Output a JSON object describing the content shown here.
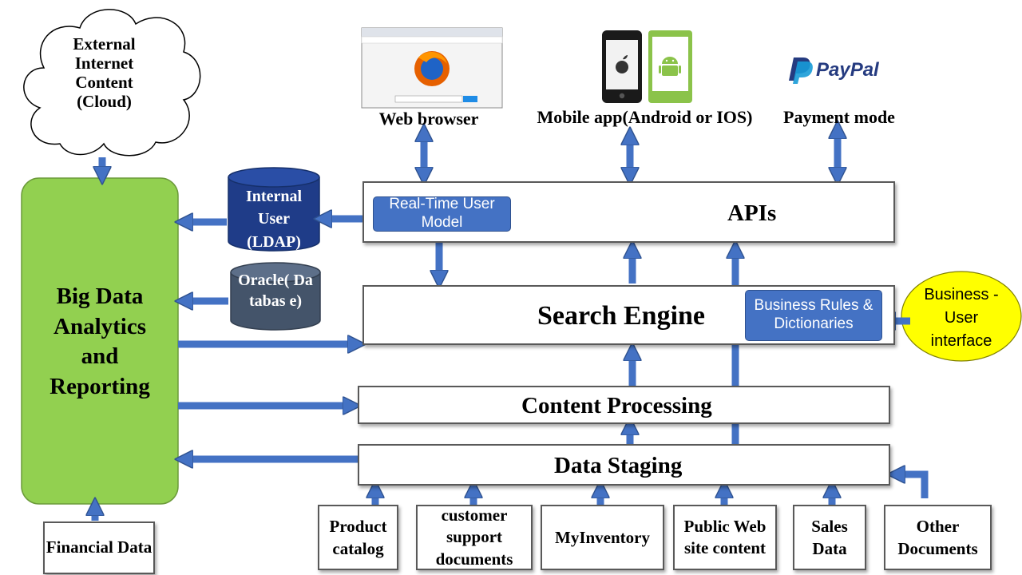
{
  "nodes": {
    "cloud": "External Internet Content (Cloud)",
    "big_data": "Big Data Analytics and Reporting",
    "financial": "Financial Data",
    "ldap": "Internal User (LDAP)",
    "oracle": "Oracle( Databas e)",
    "apis": "APIs",
    "realtime": "Real-Time User Model",
    "search": "Search Engine",
    "rules": "Business Rules & Dictionaries",
    "business_ui": "Business -User interface",
    "content_proc": "Content Processing",
    "staging": "Data Staging"
  },
  "clients": {
    "browser": "Web browser",
    "mobile": "Mobile app(Android or IOS)",
    "payment": "Payment mode",
    "paypal_logo": "PayPal"
  },
  "sources": [
    "Product catalog",
    "customer support documents",
    "MyInventory",
    "Public Web site content",
    "Sales Data",
    "Other Documents"
  ],
  "colors": {
    "arrow": "#4472c4",
    "arrow_edge": "#2f528f",
    "green_panel": "#92d050",
    "ldap_db": "#1f3c88",
    "oracle_db": "#44546a",
    "pill": "#4472c4",
    "business_ellipse": "#ffff00",
    "paypal_dark": "#253b80",
    "paypal_light": "#179bd7",
    "firefox_orange": "#e66000",
    "android_green": "#8bc34a"
  },
  "icons": {
    "browser": "firefox-browser-screenshot-icon",
    "apple": "apple-phone-icon",
    "android": "android-phone-icon",
    "paypal": "paypal-logo-icon"
  }
}
